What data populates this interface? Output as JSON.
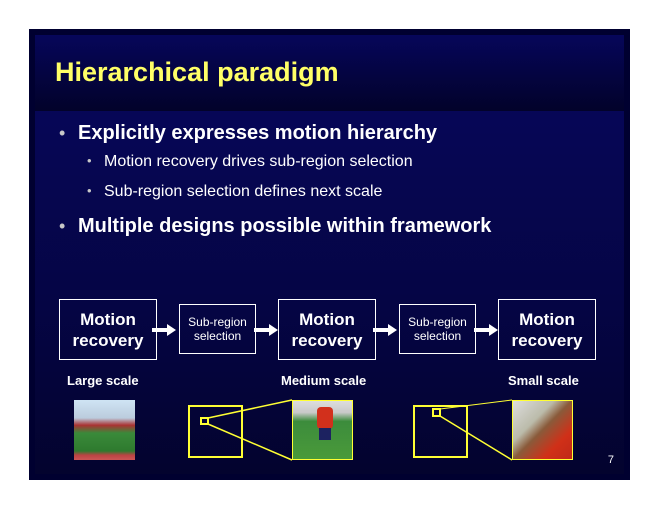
{
  "title": "Hierarchical paradigm",
  "bullets": [
    {
      "text": "Explicitly expresses motion hierarchy",
      "sub": [
        "Motion recovery drives sub-region selection",
        "Sub-region selection defines next scale"
      ]
    },
    {
      "text": "Multiple designs possible within framework"
    }
  ],
  "diagram": {
    "motion": "Motion recovery",
    "subregion": "Sub-region selection",
    "scales": [
      "Large scale",
      "Medium scale",
      "Small scale"
    ]
  },
  "page_number": "7",
  "colors": {
    "title": "#ffff66",
    "background": "#07075e",
    "highlight": "#ffff33"
  }
}
